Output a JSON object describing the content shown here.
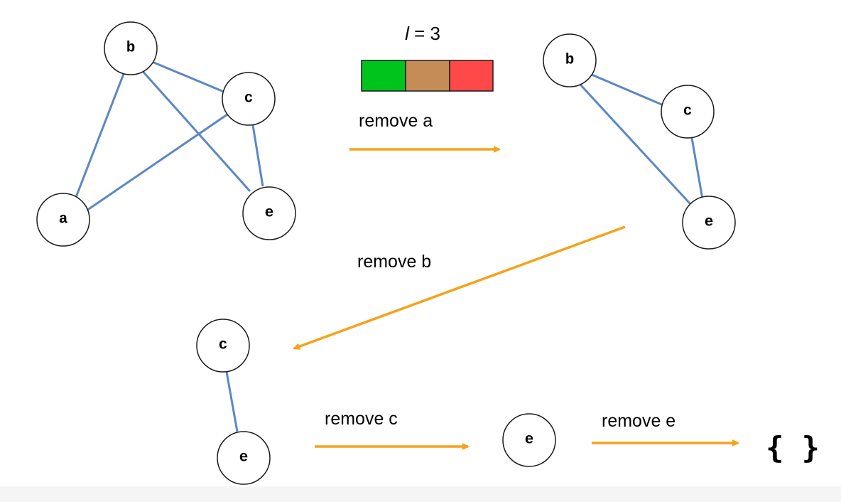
{
  "palette_label": {
    "var": "l",
    "rest": " = 3"
  },
  "palette_colors": [
    "#00c41b",
    "#c68c57",
    "#ff4848"
  ],
  "edge_color": "#5b87c5",
  "arrow_color": "#f5a21b",
  "steps": [
    "remove a",
    "remove b",
    "remove c",
    "remove e"
  ],
  "graph1": {
    "nodes": [
      "b",
      "c",
      "a",
      "e"
    ],
    "edges": [
      [
        "b",
        "a"
      ],
      [
        "b",
        "c"
      ],
      [
        "b",
        "e"
      ],
      [
        "c",
        "a"
      ],
      [
        "c",
        "e"
      ]
    ]
  },
  "graph2": {
    "nodes": [
      "b",
      "c",
      "e"
    ],
    "edges": [
      [
        "b",
        "c"
      ],
      [
        "b",
        "e"
      ],
      [
        "c",
        "e"
      ]
    ]
  },
  "graph3": {
    "nodes": [
      "c",
      "e"
    ],
    "edges": [
      [
        "c",
        "e"
      ]
    ]
  },
  "graph4": {
    "nodes": [
      "e"
    ],
    "edges": []
  },
  "result": "{ }"
}
